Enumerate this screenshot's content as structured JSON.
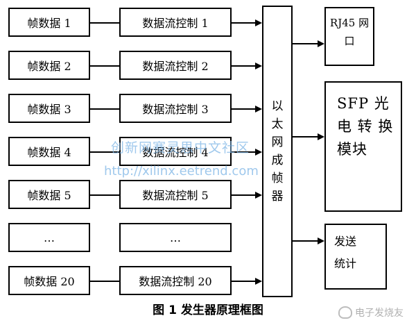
{
  "frames": [
    {
      "data": "帧数据 1",
      "ctrl": "数据流控制 1"
    },
    {
      "data": "帧数据 2",
      "ctrl": "数据流控制 2"
    },
    {
      "data": "帧数据 3",
      "ctrl": "数据流控制 3"
    },
    {
      "data": "帧数据 4",
      "ctrl": "数据流控制 4"
    },
    {
      "data": "帧数据 5",
      "ctrl": "数据流控制 5"
    },
    {
      "data": "…",
      "ctrl": "…"
    },
    {
      "data": "帧数据 20",
      "ctrl": "数据流控制 20"
    }
  ],
  "ethernet_framer": {
    "chars": [
      "以",
      "太",
      "网",
      "成",
      "帧",
      "器"
    ]
  },
  "outputs": {
    "rj45": "RJ45 网\n口",
    "sfp": "SFP  光\n电 转 换\n模块",
    "stats": "发送\n统计"
  },
  "caption": "图 1 发生器原理框图",
  "watermark": {
    "line1": "创新网赛灵思中文社区",
    "line2": "http://xilinx.eetrend.com"
  },
  "logo_text": "电子发烧友"
}
